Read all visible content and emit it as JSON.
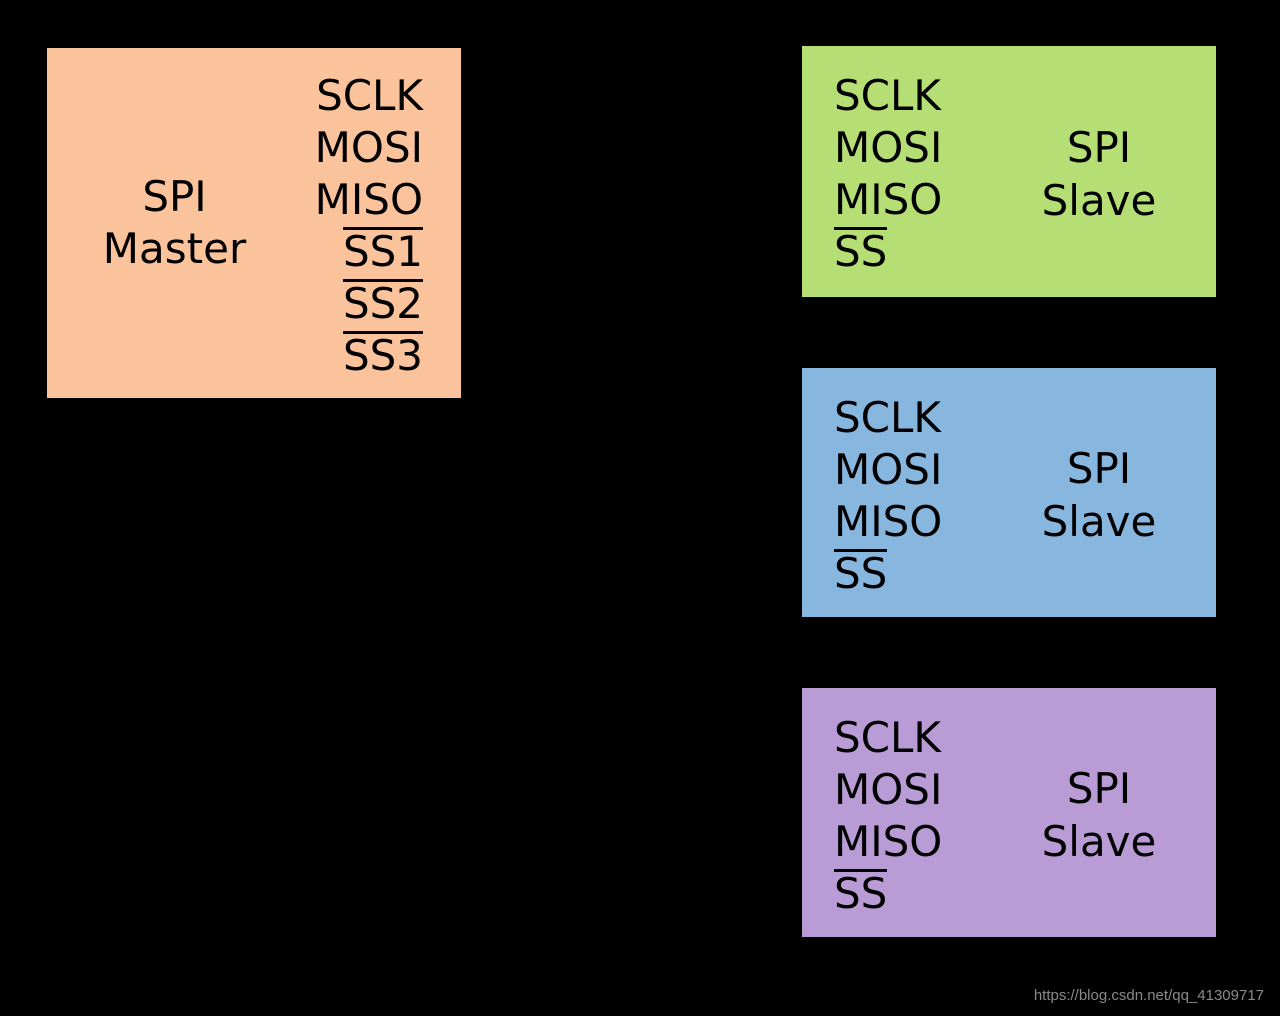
{
  "background_color": "#000000",
  "diagram": {
    "type": "spi-bus-topology",
    "master": {
      "fill_color": "#FBC39C",
      "name_lines": [
        "SPI",
        "Master"
      ],
      "pins": [
        {
          "label": "SCLK",
          "active_low": false
        },
        {
          "label": "MOSI",
          "active_low": false
        },
        {
          "label": "MISO",
          "active_low": false
        },
        {
          "label": "SS1",
          "active_low": true
        },
        {
          "label": "SS2",
          "active_low": true
        },
        {
          "label": "SS3",
          "active_low": true
        }
      ]
    },
    "slaves": [
      {
        "fill_color": "#B5DE75",
        "name_lines": [
          "SPI",
          "Slave"
        ],
        "pins": [
          {
            "label": "SCLK",
            "active_low": false
          },
          {
            "label": "MOSI",
            "active_low": false
          },
          {
            "label": "MISO",
            "active_low": false
          },
          {
            "label": "SS",
            "active_low": true
          }
        ]
      },
      {
        "fill_color": "#87B6DE",
        "name_lines": [
          "SPI",
          "Slave"
        ],
        "pins": [
          {
            "label": "SCLK",
            "active_low": false
          },
          {
            "label": "MOSI",
            "active_low": false
          },
          {
            "label": "MISO",
            "active_low": false
          },
          {
            "label": "SS",
            "active_low": true
          }
        ]
      },
      {
        "fill_color": "#B99BD6",
        "name_lines": [
          "SPI",
          "Slave"
        ],
        "pins": [
          {
            "label": "SCLK",
            "active_low": false
          },
          {
            "label": "MOSI",
            "active_low": false
          },
          {
            "label": "MISO",
            "active_low": false
          },
          {
            "label": "SS",
            "active_low": true
          }
        ]
      }
    ]
  },
  "watermark": {
    "text": "https://blog.csdn.net/qq_41309717",
    "color": "#8A8A8A"
  }
}
